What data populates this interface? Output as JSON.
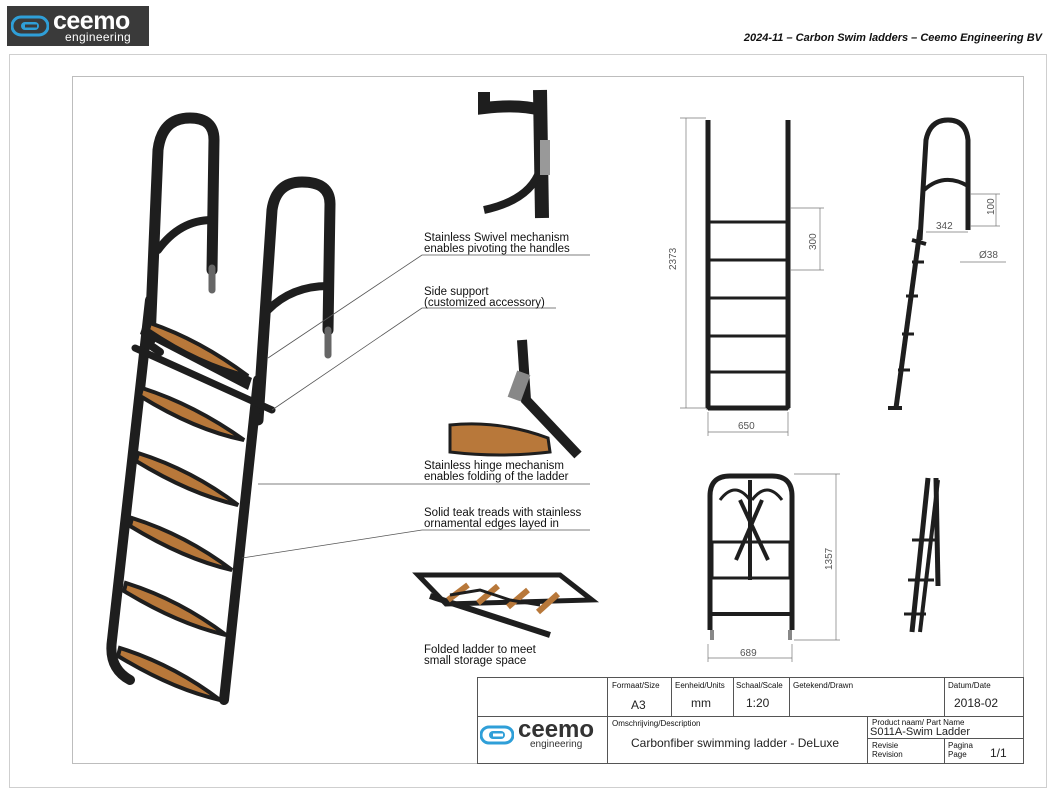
{
  "header": {
    "logo_word": "ceemo",
    "logo_sub": "engineering",
    "title": "2024-11 – Carbon Swim ladders – Ceemo Engineering BV"
  },
  "callouts": {
    "swivel_l1": "Stainless Swivel mechanism",
    "swivel_l2": "enables pivoting the handles",
    "side_l1": "Side support",
    "side_l2": "(customized accessory)",
    "hinge_l1": "Stainless hinge mechanism",
    "hinge_l2": "enables folding of the ladder",
    "teak_l1": "Solid teak treads with stainless",
    "teak_l2": "ornamental edges layed in",
    "folded_l1": "Folded ladder to meet",
    "folded_l2": "small storage space"
  },
  "dimensions": {
    "front_height": "2373",
    "front_step": "300",
    "front_width": "650",
    "side_offset": "342",
    "side_height": "100",
    "side_tube": "Ø38",
    "back_height": "1357",
    "back_width": "689"
  },
  "title_block": {
    "format_label": "Formaat/Size",
    "format_value": "A3",
    "units_label": "Eenheid/Units",
    "units_value": "mm",
    "scale_label": "Schaal/Scale",
    "scale_value": "1:20",
    "drawn_label": "Getekend/Drawn",
    "date_label": "Datum/Date",
    "date_value": "2018-02",
    "desc_label": "Omschrijving/Description",
    "desc_value": "Carbonfiber swimming ladder - DeLuxe",
    "part_label": "Product naam/ Part Name",
    "part_value": "S011A-Swim Ladder",
    "rev_label1": "Revisie",
    "rev_label2": "Revision",
    "page_label1": "Pagina",
    "page_label2": "Page",
    "page_value": "1/1",
    "logo_word": "ceemo",
    "logo_sub": "engineering"
  },
  "colors": {
    "logo_bg": "#3a3a3a",
    "logo_accent": "#2f9fd8",
    "carbon": "#1e1e1e",
    "teak": "#b8783a"
  }
}
